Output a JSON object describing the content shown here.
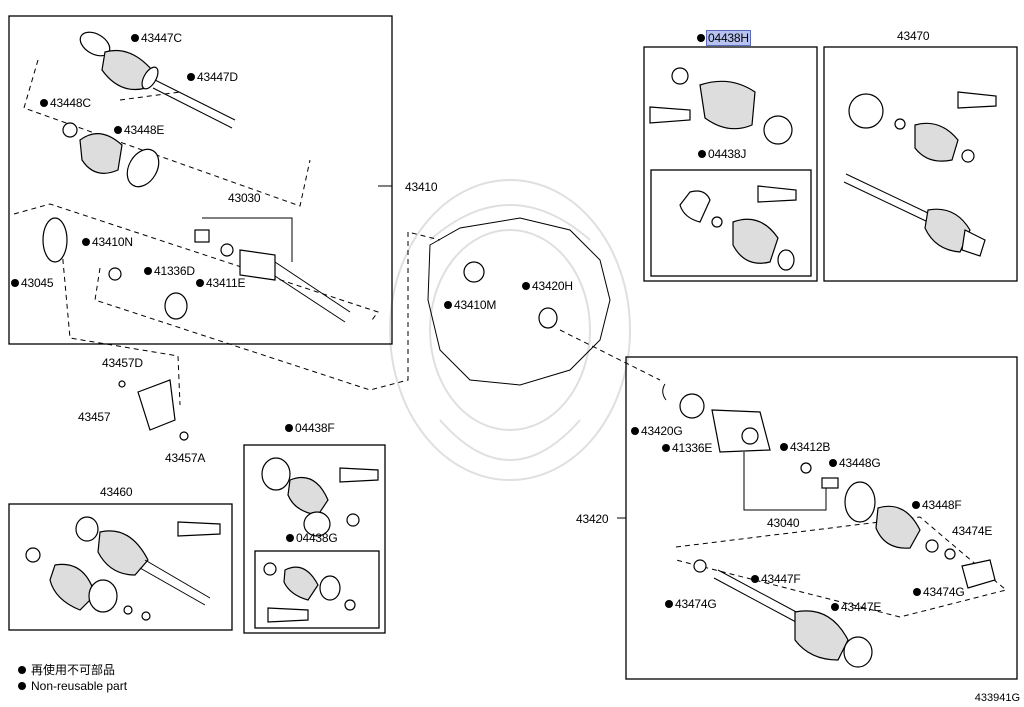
{
  "figure_number": "433941G",
  "legend": {
    "line1": "再使用不可部品",
    "line2": "Non-reusable part"
  },
  "labels": {
    "l43447C": "43447C",
    "l43447D": "43447D",
    "l43448C": "43448C",
    "l43448E": "43448E",
    "l43030": "43030",
    "l43410": "43410",
    "l43045": "43045",
    "l43410N": "43410N",
    "l41336D": "41336D",
    "l43411E": "43411E",
    "l43457D": "43457D",
    "l43457": "43457",
    "l43457A": "43457A",
    "l43460": "43460",
    "l04438F": "04438F",
    "l04438G": "04438G",
    "l43410M": "43410M",
    "l43420H": "43420H",
    "l04438H": "04438H",
    "l04438J": "04438J",
    "l43470": "43470",
    "l43420G": "43420G",
    "l41336E": "41336E",
    "l43412B": "43412B",
    "l43448G": "43448G",
    "l43040": "43040",
    "l43448F": "43448F",
    "l43474E": "43474E",
    "l43420": "43420",
    "l43447F": "43447F",
    "l43474G_a": "43474G",
    "l43474G_b": "43474G",
    "l43447E": "43447E"
  }
}
